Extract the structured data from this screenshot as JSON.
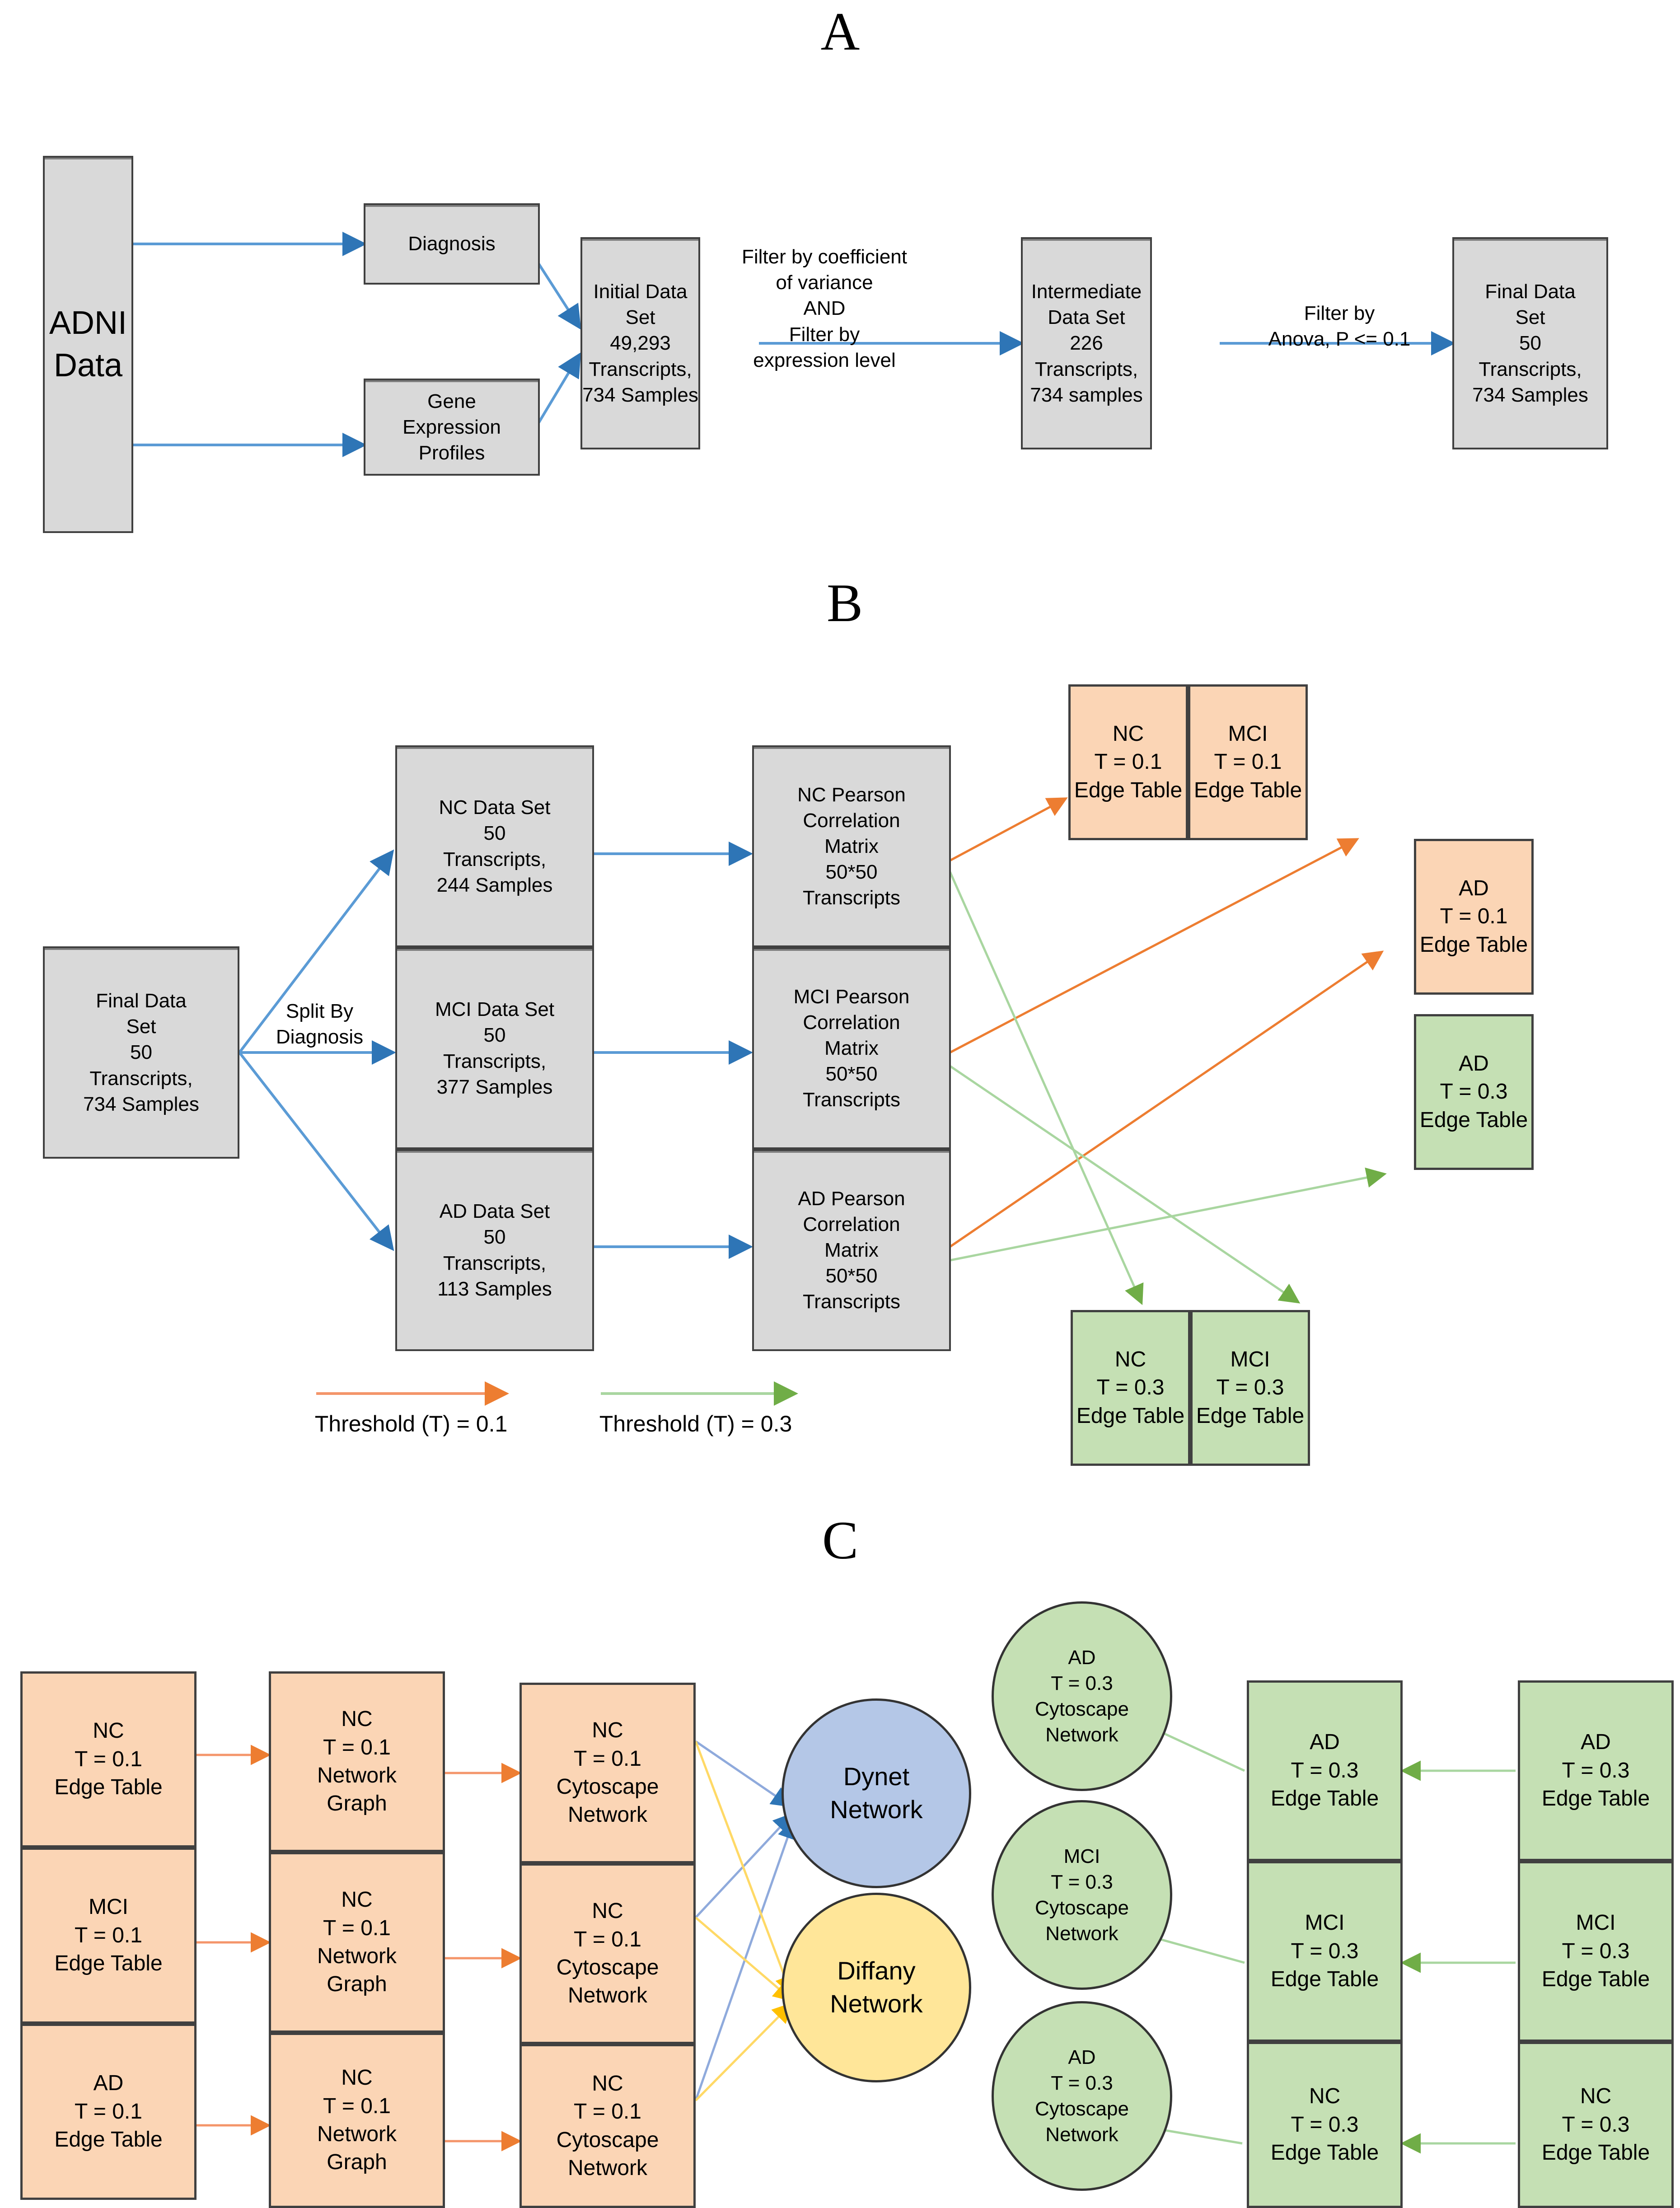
{
  "panels": {
    "a": "A",
    "b": "B",
    "c": "C"
  },
  "panelA": {
    "adni": "ADNI\nData",
    "diagnosis": "Diagnosis",
    "gene_expression": "Gene\nExpression\nProfiles",
    "initial": "Initial Data\nSet\n49,293\nTranscripts,\n734 Samples",
    "filter1": "Filter by coefficient\nof variance\nAND\nFilter by\nexpression level",
    "intermediate": "Intermediate\nData Set\n226\nTranscripts,\n734 samples",
    "filter2": "Filter  by\nAnova, P <= 0.1",
    "final": "Final Data\nSet\n50\nTranscripts,\n734 Samples"
  },
  "panelB": {
    "final": "Final Data\nSet\n50\nTranscripts,\n734 Samples",
    "split_label": "Split By\nDiagnosis",
    "datasets": [
      "NC Data Set\n50\nTranscripts,\n244 Samples",
      "MCI Data Set\n50\nTranscripts,\n377 Samples",
      "AD Data Set\n50\nTranscripts,\n113 Samples"
    ],
    "matrices": [
      "NC Pearson\nCorrelation\nMatrix\n50*50\nTranscripts",
      "MCI Pearson\nCorrelation\nMatrix\n50*50\nTranscripts",
      "AD Pearson\nCorrelation\nMatrix\n50*50\nTranscripts"
    ],
    "edge_t01": [
      "NC\nT = 0.1\nEdge Table",
      "MCI\nT = 0.1\nEdge Table",
      "AD\nT = 0.1\nEdge Table"
    ],
    "edge_t03": [
      "AD\nT = 0.3\nEdge Table",
      "NC\nT = 0.3\nEdge Table",
      "MCI\nT = 0.3\nEdge Table"
    ],
    "legend": [
      {
        "label": "Threshold (T) = 0.1",
        "color": "#f4956a"
      },
      {
        "label": "Threshold (T) = 0.3",
        "color": "#a9d6a0"
      }
    ]
  },
  "panelC": {
    "col1": [
      "NC\nT = 0.1\nEdge Table",
      "MCI\nT = 0.1\nEdge Table",
      "AD\nT = 0.1\nEdge Table"
    ],
    "col2": [
      "NC\nT = 0.1\nNetwork\nGraph",
      "NC\nT = 0.1\nNetwork\nGraph",
      "NC\nT = 0.1\nNetwork\nGraph"
    ],
    "col3": [
      "NC\nT = 0.1\nCytoscape\nNetwork",
      "NC\nT = 0.1\nCytoscape\nNetwork",
      "NC\nT = 0.1\nCytoscape\nNetwork"
    ],
    "dynet": "Dynet\nNetwork",
    "diffany": "Diffany\nNetwork",
    "circles": [
      "AD\nT = 0.3\nCytoscape\nNetwork",
      "MCI\nT = 0.3\nCytoscape\nNetwork",
      "AD\nT = 0.3\nCytoscape\nNetwork"
    ],
    "col5": [
      "AD\nT = 0.3\nEdge Table",
      "MCI\nT = 0.3\nEdge Table",
      "NC\nT = 0.3\nEdge Table"
    ],
    "col6": [
      "AD\nT = 0.3\nEdge Table",
      "MCI\nT = 0.3\nEdge Table",
      "NC\nT = 0.3\nEdge Table"
    ]
  },
  "colors": {
    "grey_fill": "#d9d9d9",
    "orange_fill": "#fbd5b5",
    "green_fill": "#c5e0b4",
    "blue_fill": "#b4c7e7",
    "yellow_fill": "#ffe699",
    "blue_arrow": "#5b9bd5",
    "orange_arrow": "#f4956a",
    "green_arrow": "#a9d6a0",
    "dynet_arrow": "#8faadc",
    "diffany_arrow": "#ffd966"
  }
}
